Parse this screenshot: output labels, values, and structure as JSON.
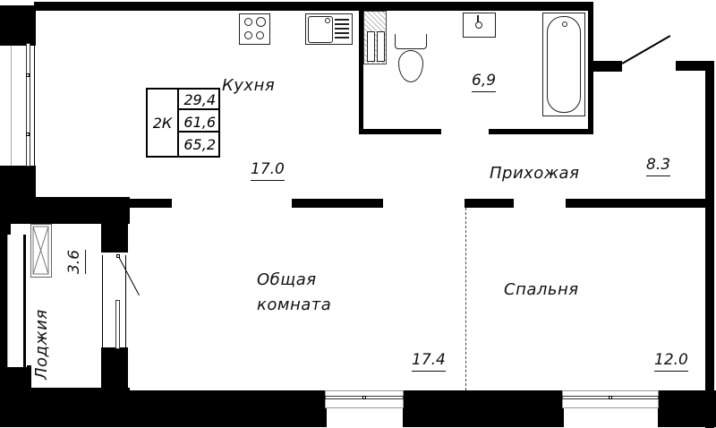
{
  "plan": {
    "apartment_type": "2К",
    "kitchen_area_total": "29,4",
    "living_area": "61,6",
    "total_area": "65,2"
  },
  "rooms": {
    "kitchen": {
      "label": "Кухня",
      "area": "17.0"
    },
    "bathroom": {
      "label": "",
      "area": "6,9"
    },
    "hallway": {
      "label": "Прихожая",
      "area": "8.3"
    },
    "living_room": {
      "label_line1": "Общая",
      "label_line2": "комната",
      "area": "17.4"
    },
    "bedroom": {
      "label": "Спальня",
      "area": "12.0"
    },
    "loggia": {
      "label": "Лоджия",
      "area": "3.6"
    }
  },
  "fixtures": [
    "stove-icon",
    "kitchen-sink-icon",
    "toilet-icon",
    "bathroom-sink-icon",
    "bathtub-icon",
    "shaft-icon"
  ],
  "colors": {
    "wall": "#000000",
    "background": "#ffffff",
    "text": "#111111"
  }
}
